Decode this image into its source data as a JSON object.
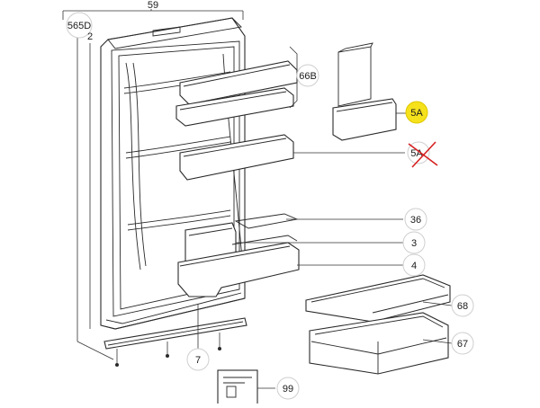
{
  "labels": {
    "l59": "59",
    "l565d": "565D",
    "l2": "2",
    "l66b": "66B",
    "l5a": "5A",
    "l5a_crossed": "5A",
    "l36": "36",
    "l3": "3",
    "l4": "4",
    "l68": "68",
    "l67": "67",
    "l7": "7",
    "l99": "99"
  },
  "colors": {
    "highlight": "#f5e11c",
    "cross": "#d62020",
    "ink": "#2a2a2a"
  }
}
